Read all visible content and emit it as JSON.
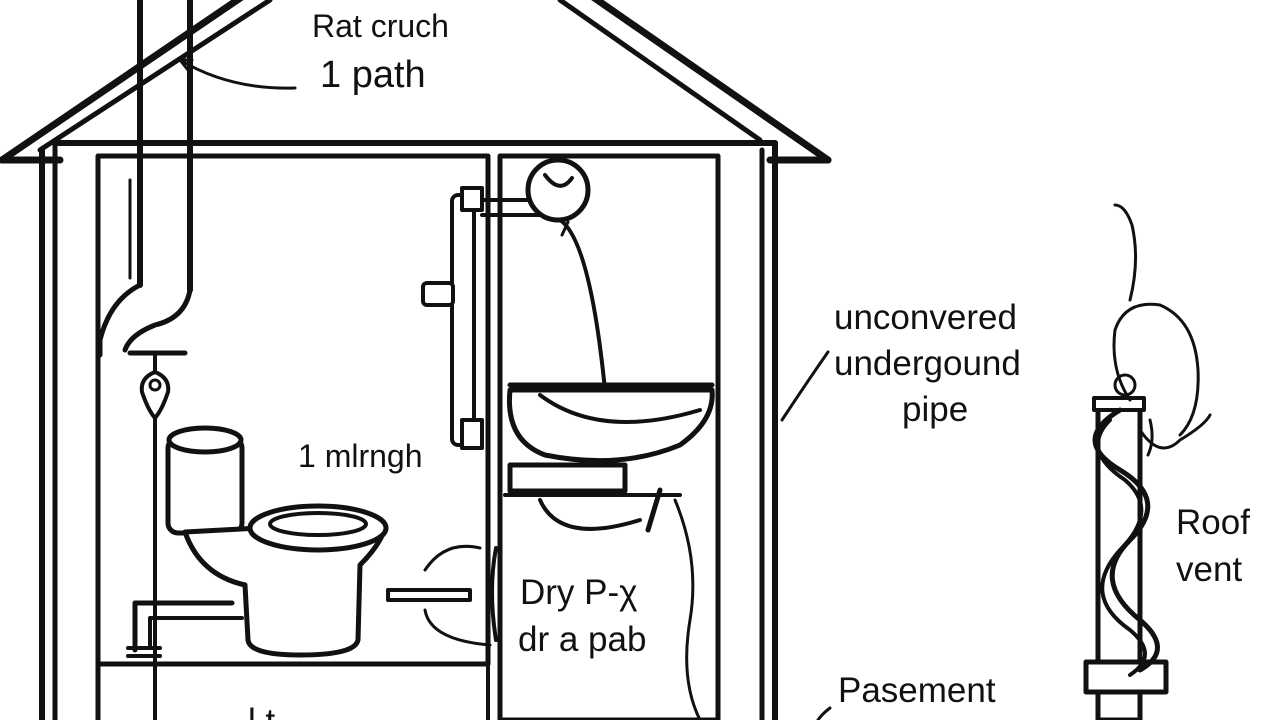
{
  "labels": {
    "rat_crutch_line1": "Rat cruch",
    "rat_crutch_line2": "1 path",
    "mid_label": "1 mlrngh",
    "uncovered_line1": "unconvered",
    "uncovered_line2": "undergound",
    "uncovered_line3": "pipe",
    "roof_vent_line1": "Roof",
    "roof_vent_line2": "vent",
    "dry_trap_line1": "Dry P-χ",
    "dry_trap_line2": "dr a pab",
    "basement": "Pasement",
    "bottom_cut": "l          t"
  }
}
